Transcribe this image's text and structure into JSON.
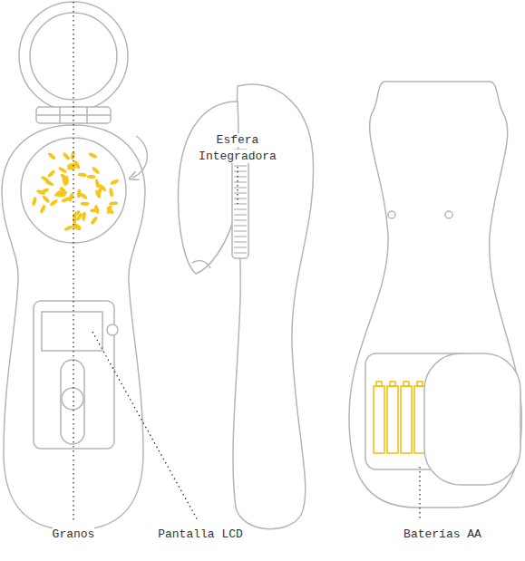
{
  "diagram": {
    "labels": [
      "Esfera Integradora",
      "Granos",
      "Pantalla LCD",
      "Baterías AA"
    ]
  }
}
